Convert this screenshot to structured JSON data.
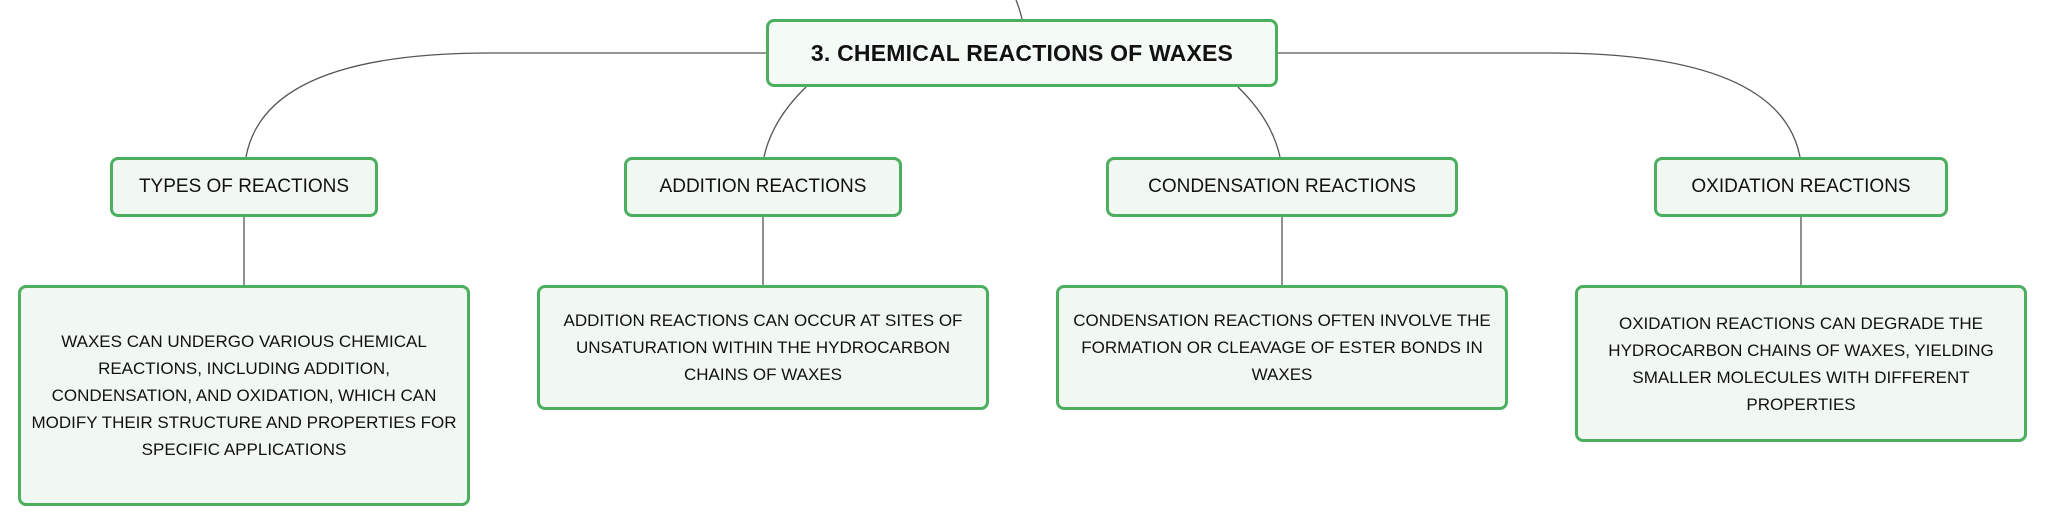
{
  "diagram": {
    "root": {
      "label": "3. CHEMICAL REACTIONS OF WAXES"
    },
    "branches": [
      {
        "label": "TYPES OF REACTIONS",
        "detail": "WAXES CAN UNDERGO VARIOUS CHEMICAL REACTIONS, INCLUDING ADDITION, CONDENSATION, AND OXIDATION, WHICH CAN MODIFY THEIR STRUCTURE AND PROPERTIES FOR SPECIFIC APPLICATIONS"
      },
      {
        "label": "ADDITION REACTIONS",
        "detail": "ADDITION REACTIONS CAN OCCUR AT SITES OF UNSATURATION WITHIN THE HYDROCARBON CHAINS OF WAXES"
      },
      {
        "label": "CONDENSATION REACTIONS",
        "detail": "CONDENSATION REACTIONS OFTEN INVOLVE THE FORMATION OR CLEAVAGE OF ESTER BONDS IN WAXES"
      },
      {
        "label": "OXIDATION REACTIONS",
        "detail": "OXIDATION REACTIONS CAN DEGRADE THE HYDROCARBON CHAINS OF WAXES, YIELDING SMALLER MOLECULES WITH DIFFERENT PROPERTIES"
      }
    ],
    "colors": {
      "node_border": "#4caf5f",
      "node_fill": "#f1f8f2",
      "connector": "#555555"
    }
  }
}
